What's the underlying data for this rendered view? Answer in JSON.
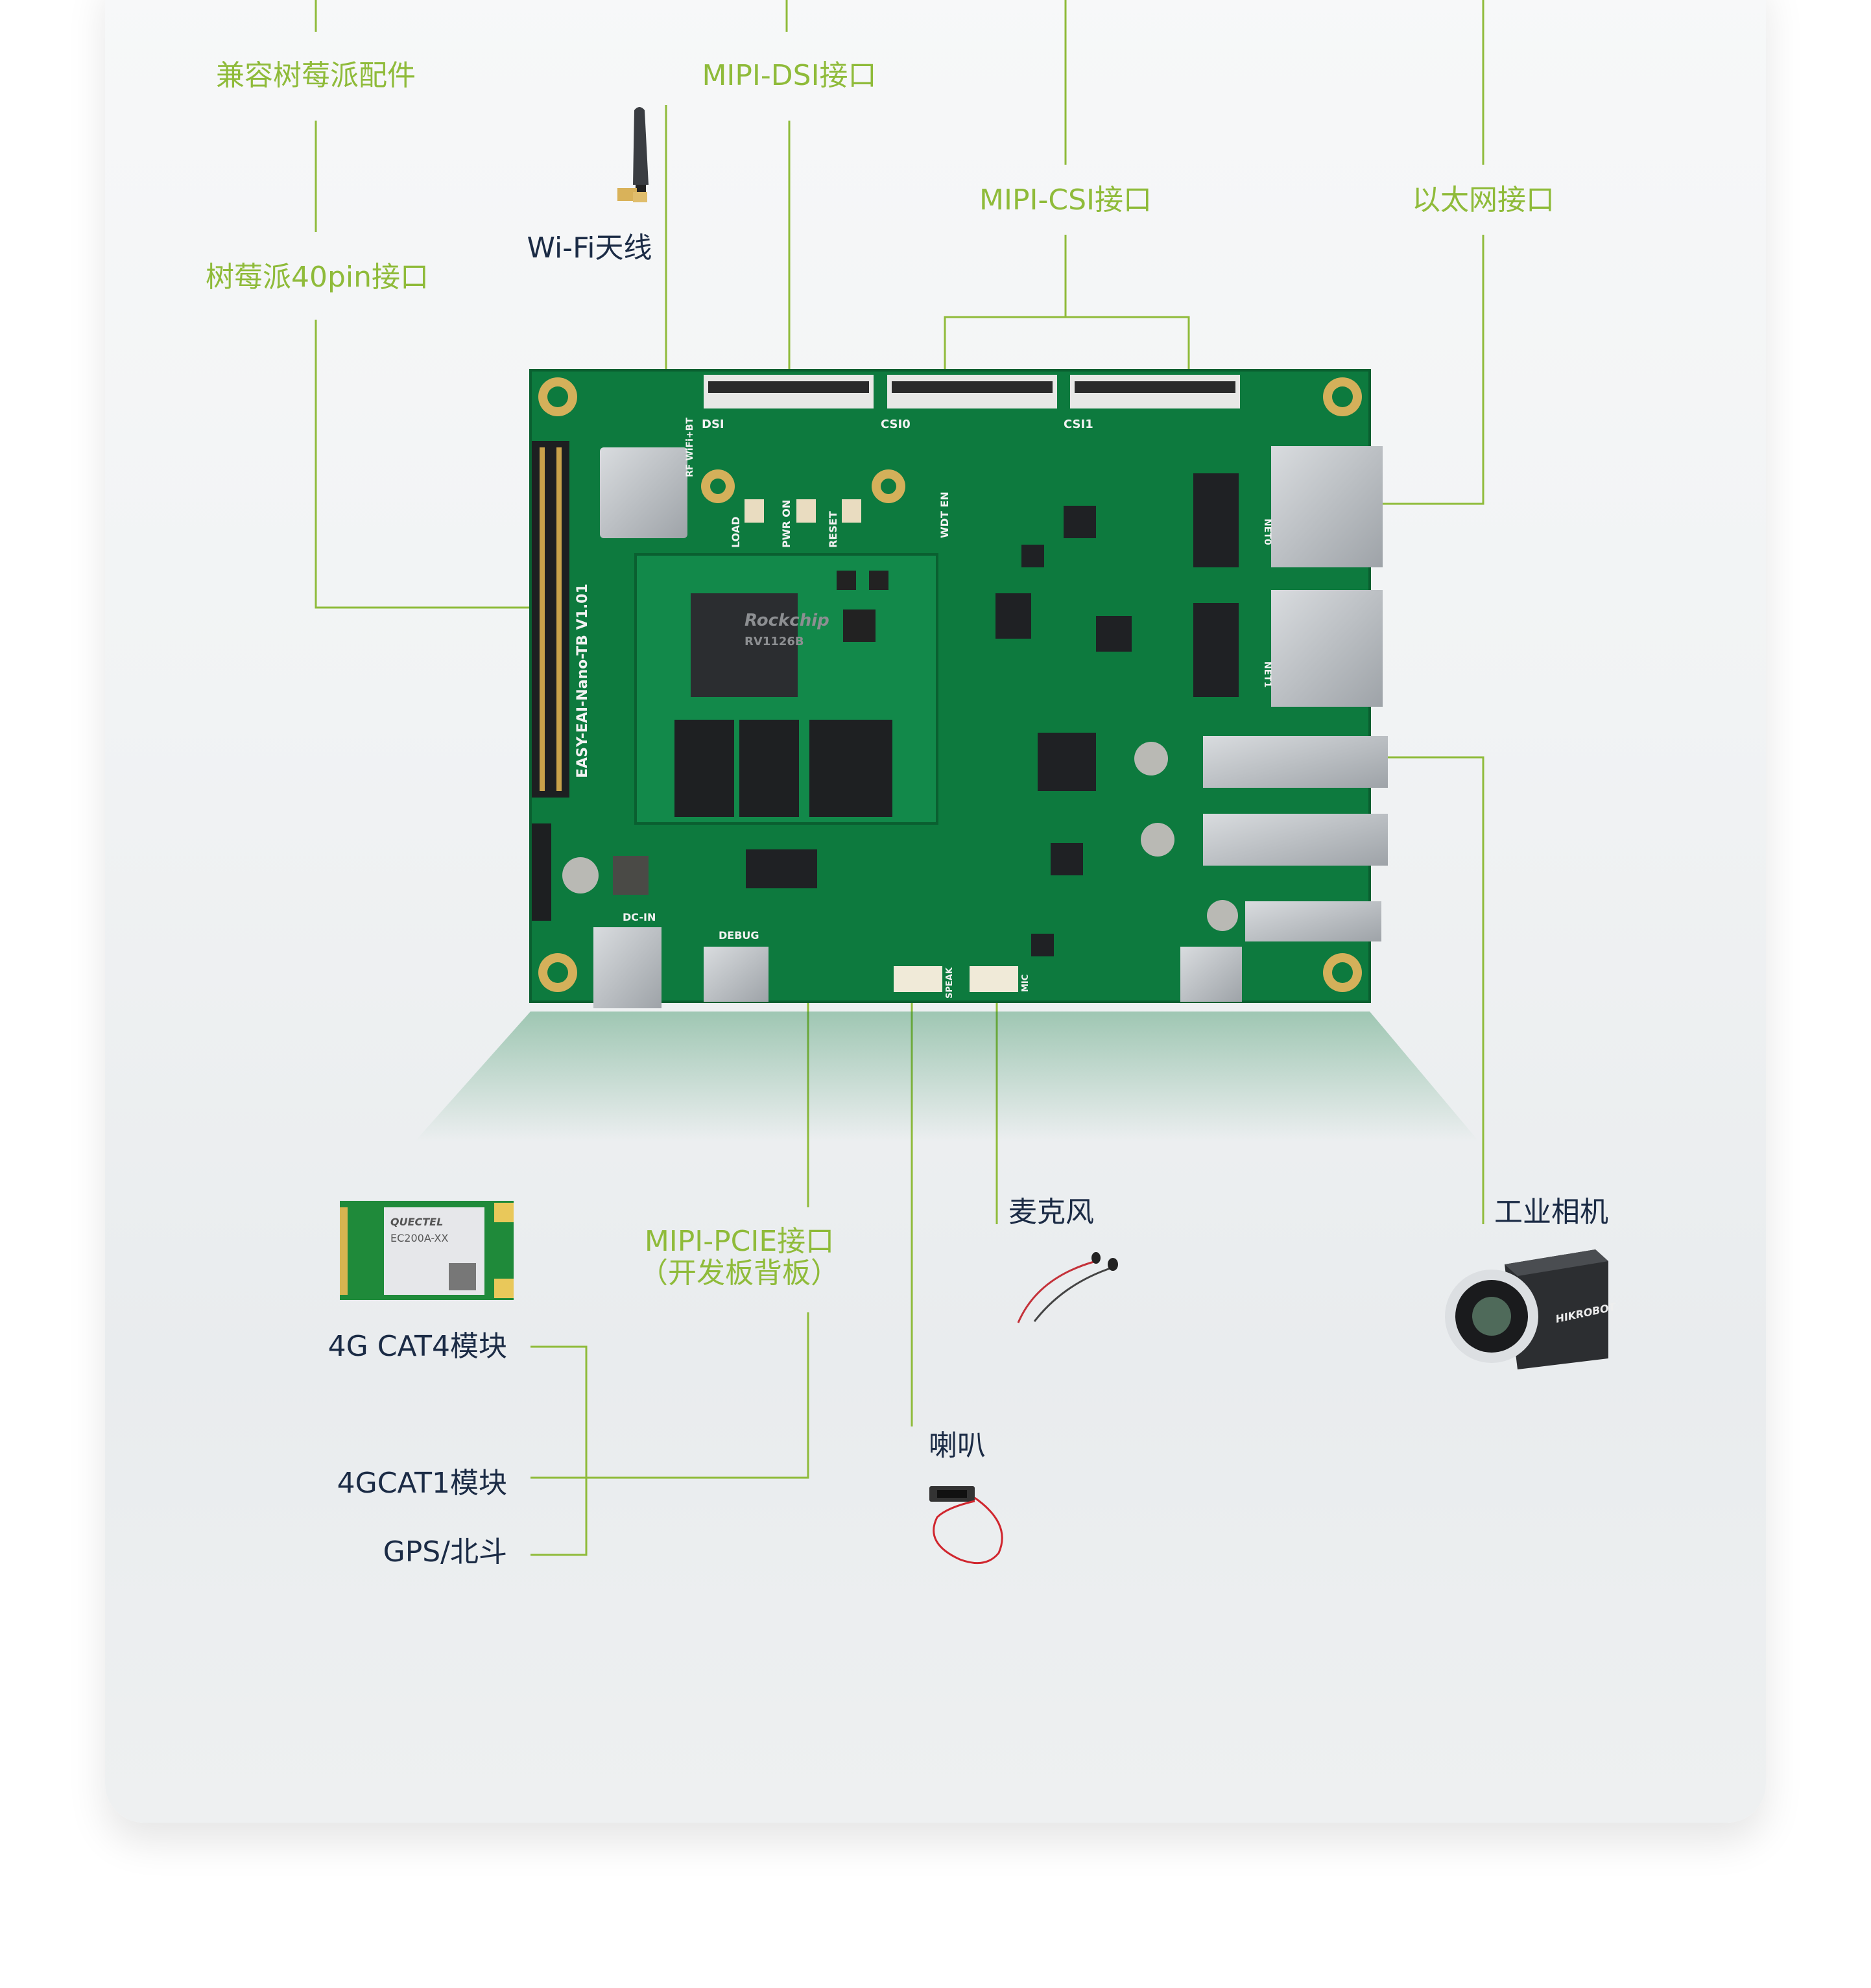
{
  "colors": {
    "accent": "#8fbb3a",
    "text_dark": "#1b2b45",
    "pcb": "#0d7a3e"
  },
  "labels": {
    "rpi_accessories": "兼容树莓派配件",
    "mipi_dsi": "MIPI-DSI接口",
    "wifi_antenna": "Wi-Fi天线",
    "rpi_40pin": "树莓派40pin接口",
    "mipi_csi": "MIPI-CSI接口",
    "ethernet": "以太网接口",
    "microphone": "麦克风",
    "industrial_camera": "工业相机",
    "mipi_pcie_line1": "MIPI-PCIE接口",
    "mipi_pcie_line2": "（开发板背板）",
    "cat4_module": "4G CAT4模块",
    "cat1_module": "4GCAT1模块",
    "gps": "GPS/北斗",
    "speaker": "喇叭"
  },
  "board": {
    "name": "EASY-EAI-Nano-TB V1.01",
    "soc_brand": "Rockchip",
    "soc_model": "RV1126B",
    "dsi": "DSI",
    "csi0": "CSI0",
    "csi1": "CSI1",
    "load": "LOAD",
    "pwr_on": "PWR ON",
    "reset": "RESET",
    "wdt_en": "WDT EN",
    "net0": "NET0",
    "net1": "NET1",
    "debug": "DEBUG",
    "dc_in": "DC-IN",
    "speak": "SPEAK",
    "mic": "MIC",
    "rf": "RF WiFi+BT"
  },
  "module": {
    "brand": "QUECTEL",
    "model": "EC200A-XX"
  },
  "camera": {
    "brand": "HIKROBOT"
  }
}
